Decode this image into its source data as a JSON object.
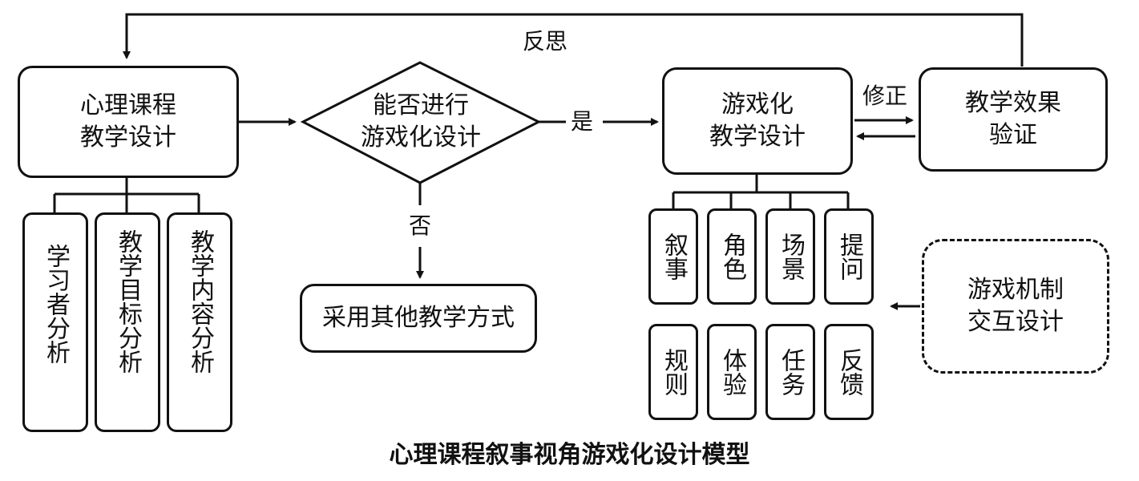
{
  "diagram": {
    "title": "心理课程叙事视角游戏化设计模型",
    "nodes": {
      "course_design": "心理课程\n教学设计",
      "decision": "能否进行\n游戏化设计",
      "gamified_design": "游戏化\n教学设计",
      "effect_verify": "教学效果\n验证",
      "other_methods": "采用其他教学方式",
      "mechanism": "游戏机制\n交互设计"
    },
    "analysis": [
      "学习者分析",
      "教学目标分析",
      "教学内容分析"
    ],
    "elements_row1": [
      "叙事",
      "角色",
      "场景",
      "提问"
    ],
    "elements_row2": [
      "规则",
      "体验",
      "任务",
      "反馈"
    ],
    "edge_labels": {
      "reflect": "反思",
      "yes": "是",
      "no": "否",
      "revise": "修正"
    }
  }
}
